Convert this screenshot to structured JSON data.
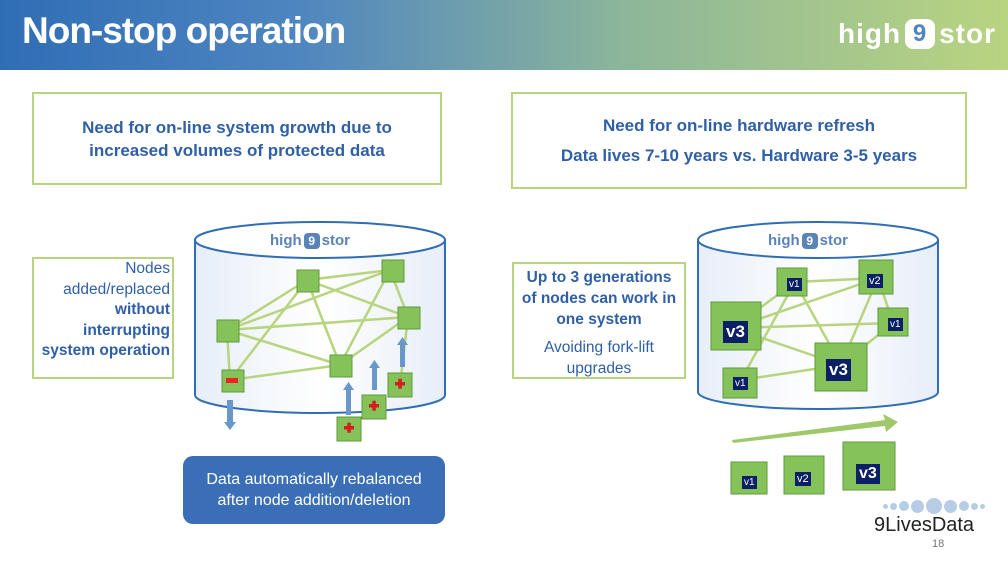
{
  "header": {
    "title": "Non-stop operation",
    "brand_left": "high",
    "brand_mid": "9",
    "brand_right": "stor"
  },
  "left": {
    "top_box": "Need for on-line system growth due to increased volumes of protected data",
    "side_normal": "Nodes added/replaced",
    "side_bold": "without interrupting system operation",
    "cta": [
      "Data automatically rebalanced",
      "after node addition/deletion"
    ]
  },
  "right": {
    "top_box_line1": "Need for on-line hardware refresh",
    "top_box_line2": "Data lives 7-10 years vs. Hardware 3-5 years",
    "side_bold": "Up to 3 generations of nodes can work in one system",
    "side_normal": "Avoiding fork-lift upgrades",
    "node_labels": {
      "v1": "v1",
      "v2": "v2",
      "v3": "v3"
    }
  },
  "cyl_logo": {
    "left": "high",
    "mid": "9",
    "right": "stor"
  },
  "footer": {
    "company": "9LivesData",
    "page": "18"
  },
  "colors": {
    "accent_blue": "#2f5fa6",
    "box_border": "#b8d47e",
    "node_green": "#86c25a",
    "cta_blue": "#3a6fb7"
  }
}
